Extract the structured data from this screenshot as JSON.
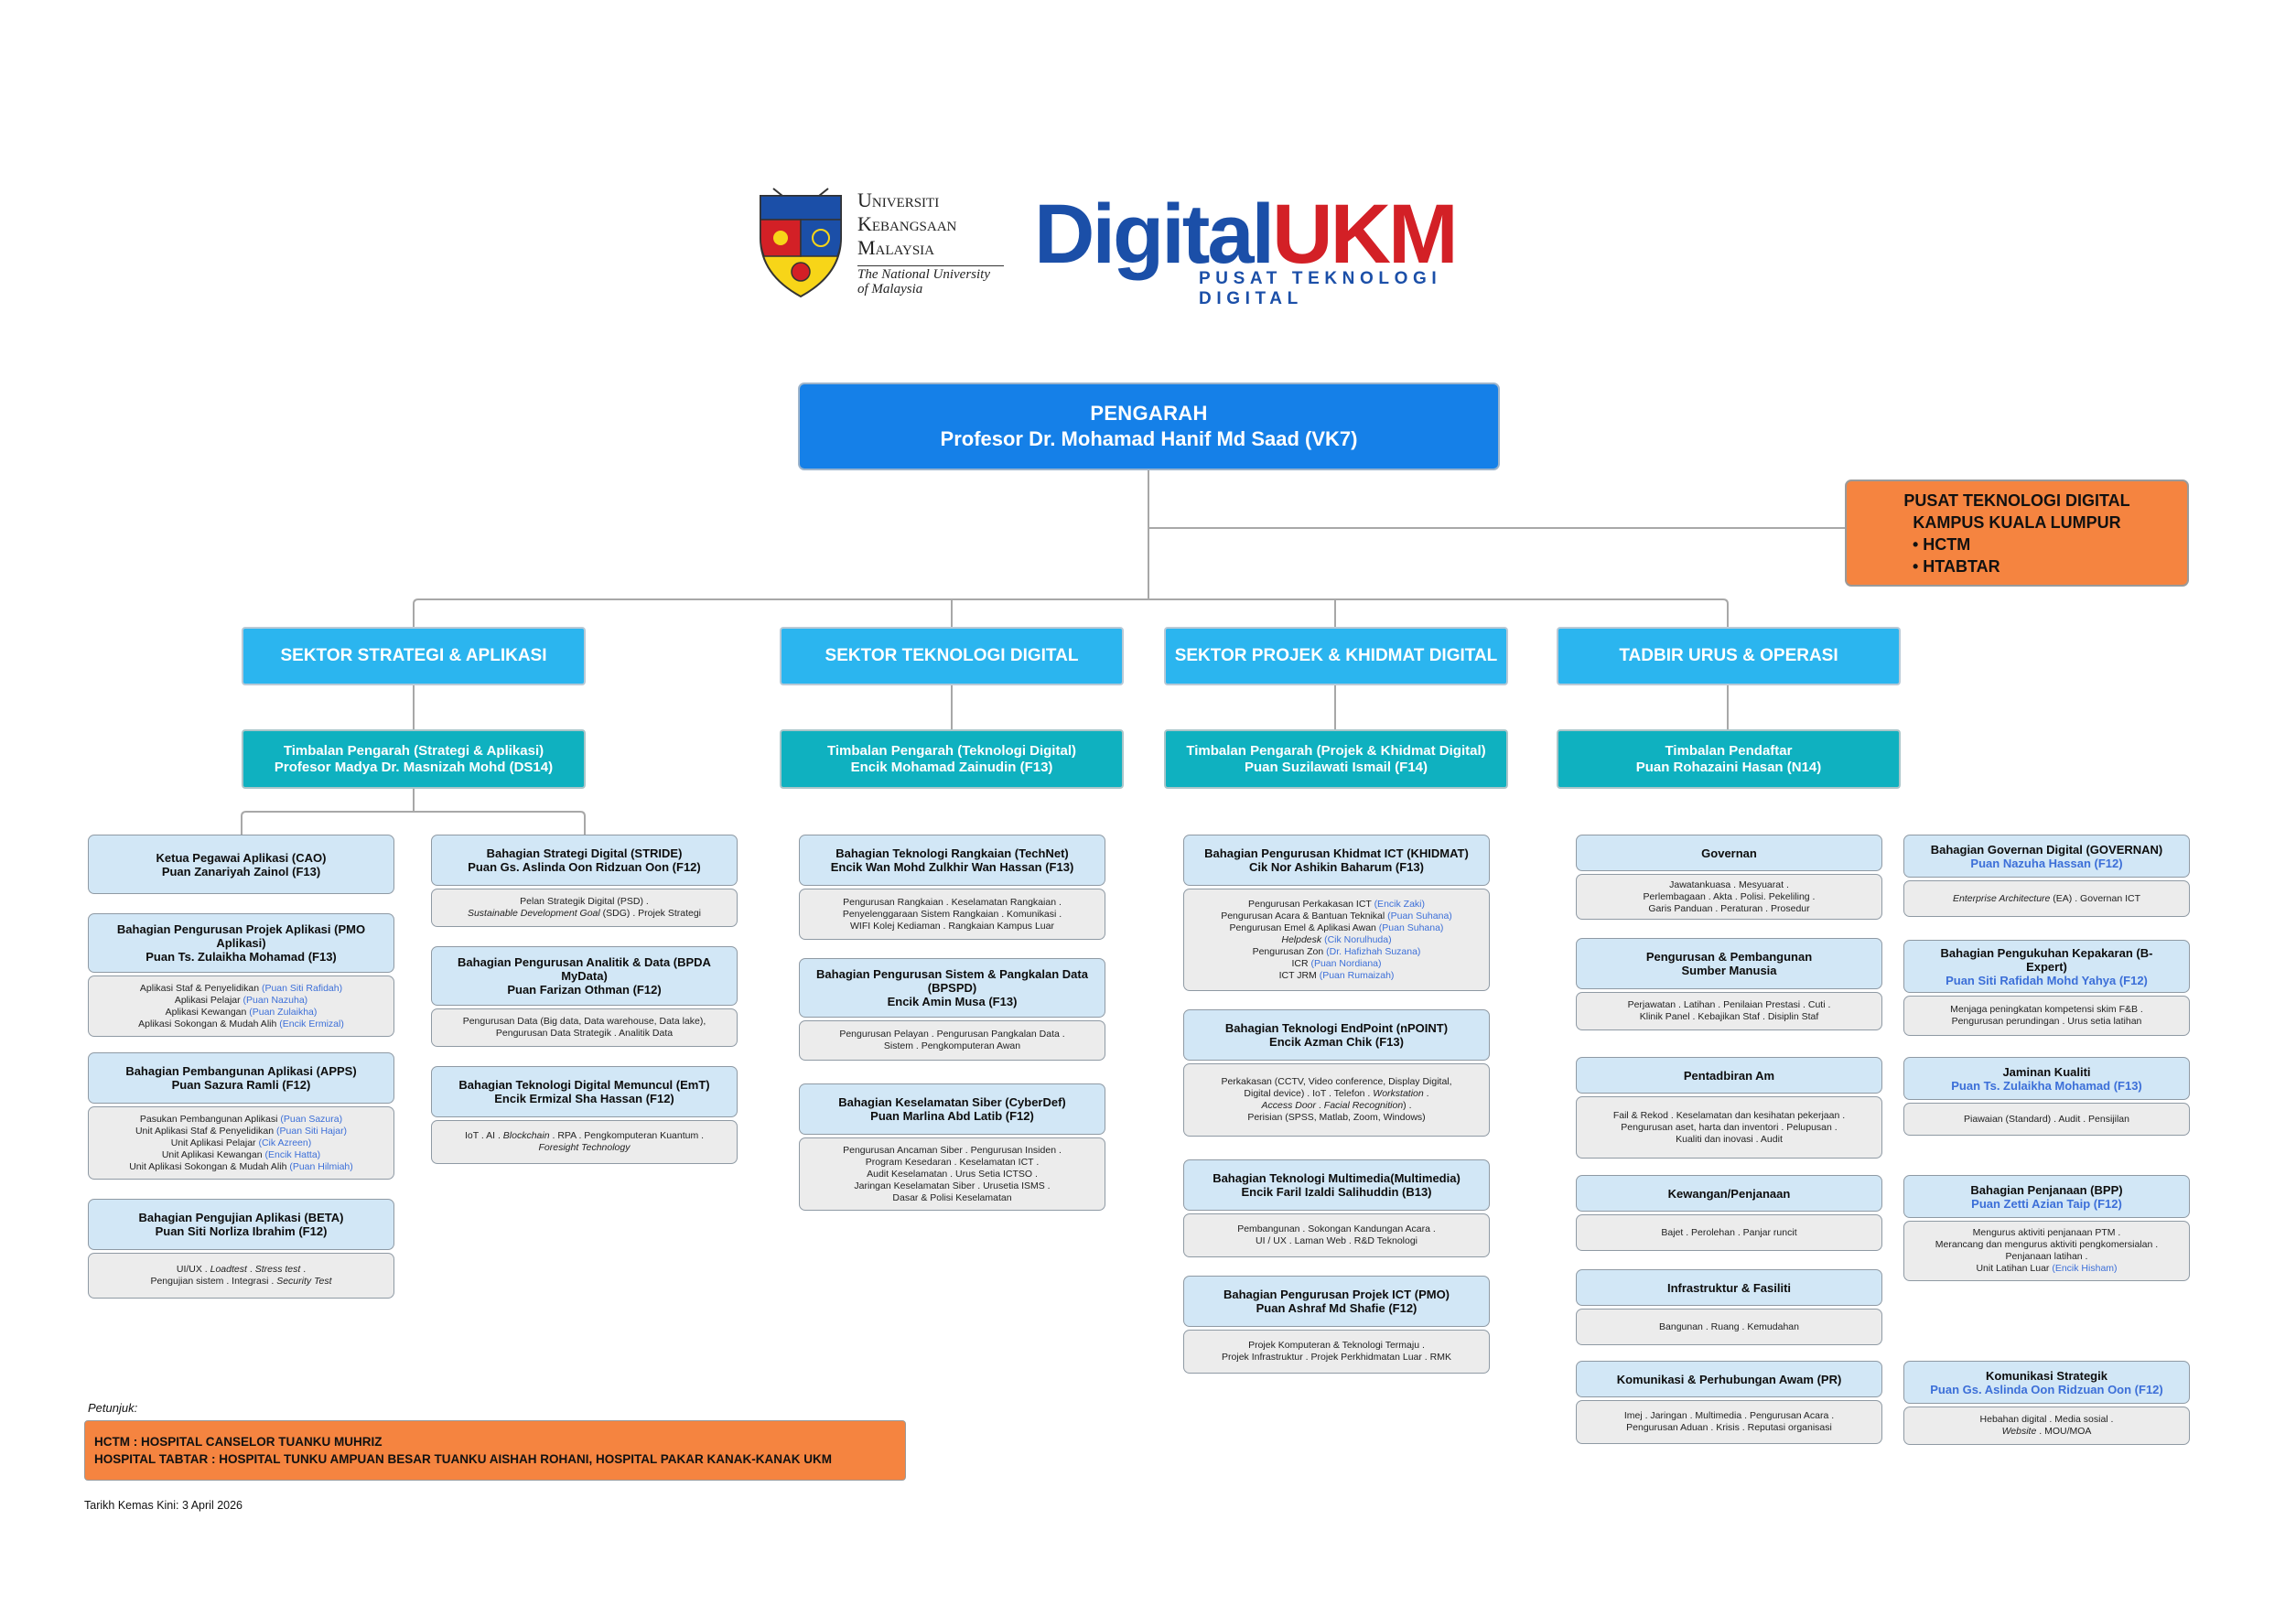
{
  "logos": {
    "ukm_line1": "Universiti",
    "ukm_line2": "Kebangsaan",
    "ukm_line3": "Malaysia",
    "ukm_tag1": "The National University",
    "ukm_tag2": "of Malaysia",
    "digital_a": "Digital",
    "digital_b": "UKM",
    "digital_sub": "PUSAT TEKNOLOGI DIGITAL",
    "colors": {
      "ukm_blue": "#1b4fa8",
      "ukm_red": "#d32026"
    }
  },
  "pengarah": {
    "title": "PENGARAH",
    "name": "Profesor Dr. Mohamad Hanif Md Saad (VK7)"
  },
  "kl": {
    "line1": "PUSAT TEKNOLOGI DIGITAL",
    "line2": "KAMPUS KUALA LUMPUR",
    "items": [
      "• HCTM",
      "• HTABTAR"
    ]
  },
  "sektor": [
    {
      "name": "SEKTOR STRATEGI & APLIKASI",
      "timbalan_title": "Timbalan Pengarah (Strategi & Aplikasi)",
      "timbalan_name": "Profesor Madya Dr. Masnizah Mohd (DS14)"
    },
    {
      "name": "SEKTOR TEKNOLOGI DIGITAL",
      "timbalan_title": "Timbalan Pengarah (Teknologi Digital)",
      "timbalan_name": "Encik Mohamad Zainudin (F13)"
    },
    {
      "name": "SEKTOR PROJEK & KHIDMAT DIGITAL",
      "timbalan_title": "Timbalan Pengarah (Projek & Khidmat Digital)",
      "timbalan_name": "Puan Suzilawati Ismail (F14)"
    },
    {
      "name": "TADBIR URUS & OPERASI",
      "timbalan_title": "Timbalan Pendaftar",
      "timbalan_name": "Puan Rohazaini Hasan (N14)"
    }
  ],
  "units": {
    "cao": {
      "title": "Ketua Pegawai Aplikasi (CAO)",
      "name": "Puan Zanariyah Zainol (F13)"
    },
    "pmo": {
      "title": "Bahagian Pengurusan Projek Aplikasi (PMO Aplikasi)",
      "name": "Puan Ts. Zulaikha Mohamad (F13)",
      "body": [
        [
          "Aplikasi Staf & Penyelidikan ",
          "(Puan Siti Rafidah)"
        ],
        [
          "Aplikasi Pelajar ",
          "(Puan Nazuha)"
        ],
        [
          "Aplikasi Kewangan ",
          "(Puan Zulaikha)"
        ],
        [
          "Aplikasi Sokongan & Mudah Alih ",
          "(Encik Ermizal)"
        ]
      ]
    },
    "apps": {
      "title": "Bahagian Pembangunan Aplikasi (APPS)",
      "name": "Puan Sazura Ramli (F12)",
      "body": [
        [
          "Pasukan Pembangunan Aplikasi ",
          "(Puan Sazura)"
        ],
        [
          "Unit Aplikasi Staf & Penyelidikan ",
          "(Puan Siti Hajar)"
        ],
        [
          "Unit Aplikasi Pelajar ",
          "(Cik Azreen)"
        ],
        [
          "Unit Aplikasi Kewangan ",
          "(Encik Hatta)"
        ],
        [
          "Unit Aplikasi Sokongan & Mudah Alih ",
          "(Puan Hilmiah)"
        ]
      ]
    },
    "beta": {
      "title": "Bahagian Pengujian Aplikasi (BETA)",
      "name": "Puan Siti Norliza Ibrahim (F12)",
      "body1": "UI/UX . ",
      "body1_it": "Loadtest",
      "body1b": " . ",
      "body1b_it": "Stress test",
      "body1c": " .",
      "body2": "Pengujian sistem .  Integrasi  . ",
      "body2_it": "Security Test"
    },
    "stride": {
      "title": "Bahagian Strategi Digital (STRIDE)",
      "name": "Puan Gs. Aslinda Oon Ridzuan Oon (F12)",
      "body1": "Pelan Strategik Digital (PSD) .",
      "body2_it": "Sustainable Development Goal",
      "body2": " (SDG) . Projek Strategi"
    },
    "bpda": {
      "title": "Bahagian Pengurusan Analitik & Data (BPDA MyData)",
      "name": "Puan Farizan Othman (F12)",
      "body1": "Pengurusan Data (Big data, Data warehouse, Data lake),",
      "body2": "Pengurusan Data Strategik . Analitik Data"
    },
    "emt": {
      "title": "Bahagian Teknologi Digital Memuncul (EmT)",
      "name": "Encik Ermizal Sha Hassan (F12)",
      "body1": "IoT . AI . ",
      "body1_it": "Blockchain",
      "body1b": " . RPA . Pengkomputeran Kuantum .",
      "body2_it": "Foresight Technology"
    },
    "technet": {
      "title": "Bahagian Teknologi Rangkaian (TechNet)",
      "name": "Encik Wan Mohd Zulkhir Wan Hassan (F13)",
      "body": [
        "Pengurusan Rangkaian . Keselamatan Rangkaian .",
        "Penyelenggaraan Sistem Rangkaian . Komunikasi .",
        "WIFI Kolej Kediaman . Rangkaian Kampus Luar"
      ]
    },
    "bpspd": {
      "title": "Bahagian Pengurusan Sistem & Pangkalan Data (BPSPD)",
      "name": "Encik Amin Musa (F13)",
      "body": [
        "Pengurusan Pelayan . Pengurusan Pangkalan Data .",
        "Sistem . Pengkomputeran Awan"
      ]
    },
    "cyberdef": {
      "title": "Bahagian Keselamatan Siber (CyberDef)",
      "name": "Puan Marlina Abd Latib (F12)",
      "body": [
        "Pengurusan Ancaman Siber . Pengurusan Insiden .",
        "Program Kesedaran . Keselamatan ICT .",
        "Audit Keselamatan . Urus Setia ICTSO .",
        "Jaringan Keselamatan Siber . Urusetia ISMS .",
        "Dasar & Polisi Keselamatan"
      ]
    },
    "khidmat": {
      "title": "Bahagian Pengurusan Khidmat ICT (KHIDMAT)",
      "name": "Cik Nor Ashikin Baharum (F13)",
      "body": [
        [
          "Pengurusan Perkakasan ICT ",
          "(Encik Zaki)"
        ],
        [
          "Pengurusan Acara & Bantuan Teknikal ",
          "(Puan Suhana)"
        ],
        [
          "Pengurusan Emel & Aplikasi Awan ",
          "(Puan Suhana)"
        ],
        [
          "Helpdesk",
          " (Cik Norulhuda)"
        ],
        [
          "Pengurusan Zon ",
          "(Dr. Hafizhah Suzana)"
        ],
        [
          "ICR ",
          "(Puan Nordiana)"
        ],
        [
          "ICT JRM ",
          "(Puan Rumaizah)"
        ]
      ]
    },
    "npoint": {
      "title": "Bahagian Teknologi EndPoint (nPOINT)",
      "name": "Encik Azman Chik (F13)",
      "body1": "Perkakasan (CCTV, Video conference, Display Digital,",
      "body2": "Digital device) . IoT . Telefon . ",
      "body2_it": "Workstation",
      "body2b": " .",
      "body3_it": "Access Door",
      "body3": " . ",
      "body3b_it": "Facial Recognition",
      "body3b": ") .",
      "body4": "Perisian (SPSS, Matlab, Zoom, Windows)"
    },
    "multimedia": {
      "title": "Bahagian Teknologi Multimedia(Multimedia)",
      "name": "Encik Faril Izaldi Salihuddin (B13)",
      "body": [
        "Pembangunan . Sokongan Kandungan Acara .",
        "UI / UX . Laman Web . R&D Teknologi"
      ]
    },
    "pmo_ict": {
      "title": "Bahagian Pengurusan Projek ICT (PMO)",
      "name": "Puan Ashraf Md Shafie (F12)",
      "body": [
        "Projek Komputeran & Teknologi Termaju .",
        "Projek Infrastruktur . Projek Perkhidmatan Luar . RMK"
      ]
    },
    "governan": {
      "title": "Governan",
      "body": [
        "Jawatankuasa . Mesyuarat .",
        "Perlembagaan . Akta . Polisi. Pekeliling .",
        "Garis Panduan . Peraturan . Prosedur"
      ]
    },
    "sdm": {
      "title": "Pengurusan & Pembangunan Sumber Manusia",
      "body": [
        "Perjawatan . Latihan . Penilaian Prestasi  . Cuti .",
        "Klinik Panel . Kebajikan Staf . Disiplin Staf"
      ]
    },
    "pentadbiran": {
      "title": "Pentadbiran Am",
      "body": [
        "Fail & Rekod . Keselamatan dan kesihatan pekerjaan .",
        "Pengurusan aset, harta dan inventori . Pelupusan .",
        "Kualiti dan inovasi . Audit"
      ]
    },
    "kewangan": {
      "title": "Kewangan/Penjanaan",
      "body": [
        "Bajet . Perolehan . Panjar runcit"
      ]
    },
    "infra": {
      "title": "Infrastruktur & Fasiliti",
      "body": [
        "Bangunan . Ruang . Kemudahan"
      ]
    },
    "pr": {
      "title": "Komunikasi & Perhubungan Awam (PR)",
      "body": [
        "Imej . Jaringan . Multimedia . Pengurusan Acara .",
        "Pengurusan Aduan . Krisis  . Reputasi organisasi"
      ]
    },
    "governan_dig": {
      "title": "Bahagian Governan Digital (GOVERNAN)",
      "name": "Puan Nazuha Hassan (F12)",
      "body_it": "Enterprise Architecture",
      "body": " (EA) . Governan ICT"
    },
    "bexpert": {
      "title": "Bahagian Pengukuhan Kepakaran (B-Expert)",
      "name": "Puan Siti Rafidah Mohd Yahya (F12)",
      "body": [
        "Menjaga peningkatan kompetensi skim F&B .",
        "Pengurusan perundingan . Urus setia latihan"
      ]
    },
    "jaminan": {
      "title": "Jaminan Kualiti",
      "name": "Puan Ts. Zulaikha Mohamad (F13)",
      "body": [
        "Piawaian (Standard) . Audit . Pensijilan"
      ]
    },
    "bpp": {
      "title": "Bahagian Penjanaan (BPP)",
      "name": "Puan Zetti Azian Taip (F12)",
      "body": [
        "Mengurus aktiviti penjanaan PTM .",
        "Merancang dan mengurus aktiviti pengkomersialan .",
        "Penjanaan latihan ."
      ],
      "body_last": "Unit Latihan Luar ",
      "body_last_blue": "(Encik Hisham)"
    },
    "komstrat": {
      "title": "Komunikasi Strategik",
      "name": "Puan Gs. Aslinda Oon Ridzuan Oon (F12)",
      "body1": "Hebahan digital . Media sosial .",
      "body2_it": "Website",
      "body2": " . MOU/MOA"
    }
  },
  "footer": {
    "petunjuk_label": "Petunjuk:",
    "line1": "HCTM : HOSPITAL CANSELOR TUANKU MUHRIZ",
    "line2": "HOSPITAL TABTAR : HOSPITAL TUNKU AMPUAN BESAR TUANKU AISHAH ROHANI, HOSPITAL PAKAR KANAK-KANAK UKM",
    "tarikh": "Tarikh Kemas Kini: 3 April 2026"
  }
}
